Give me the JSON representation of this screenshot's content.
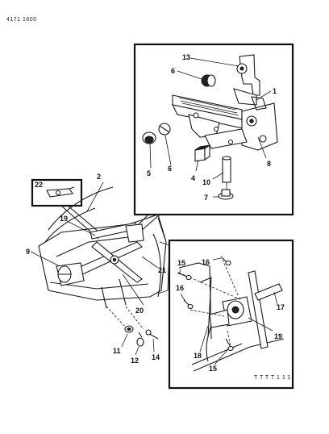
{
  "diagram": {
    "drawing_number": "4171 1600",
    "corner_code": "T T T T 1 1 1",
    "callouts": [
      "1",
      "2",
      "4",
      "5",
      "6",
      "6",
      "7",
      "8",
      "9",
      "10",
      "11",
      "12",
      "13",
      "14",
      "15",
      "15",
      "16",
      "16",
      "17",
      "18",
      "19",
      "19",
      "20",
      "21",
      "22"
    ]
  }
}
